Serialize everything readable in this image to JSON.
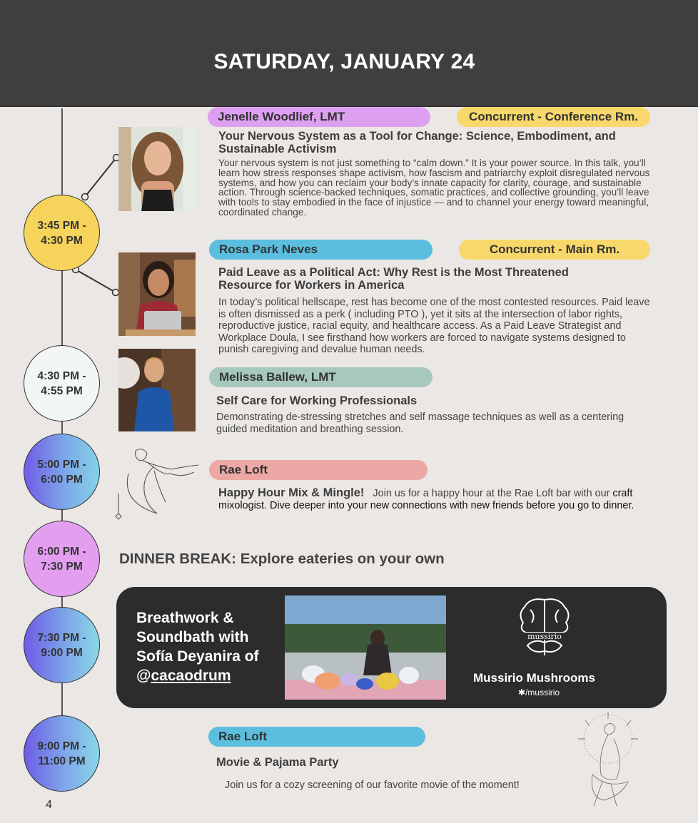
{
  "header": {
    "title": "SATURDAY, JANUARY 24"
  },
  "colors": {
    "header_bg": "#3f3f3f",
    "page_bg": "#ebe7e4",
    "pill_purple": "#dd9ff0",
    "pill_yellow": "#f8d86b",
    "pill_blue": "#5bbedf",
    "pill_green": "#a7c8be",
    "pill_pink": "#eda8a6"
  },
  "sessions": [
    {
      "time": [
        "3:45 PM -",
        "4:30 PM"
      ],
      "speaker": "Jenelle Woodlief, LMT",
      "location": "Concurrent - Conference Rm.",
      "title": "Your Nervous System as a Tool for Change: Science, Embodiment, and Sustainable Activism",
      "description": "Your nervous system is not just something to “calm down.” It is your power source. In this talk, you’ll learn how stress responses shape activism, how fascism and patriarchy exploit disregulated nervous systems, and how you can reclaim your body’s innate capacity for clarity, courage, and sustainable action. Through science-backed techniques, somatic practices, and collective grounding, you’ll leave with tools to stay embodied in the face of injustice — and to channel your energy toward meaningful, coordinated change."
    },
    {
      "speaker": "Rosa Park Neves",
      "location": "Concurrent - Main Rm.",
      "title": "Paid Leave as a Political Act: Why Rest is the Most Threatened Resource for Workers in America",
      "description": "In today’s political hellscape, rest has become one of the most contested resources. Paid leave is often dismissed as a perk ( including PTO ), yet it sits at the intersection of labor rights, reproductive justice, racial equity, and healthcare access. As a Paid Leave Strategist and Workplace Doula, I see firsthand how workers are forced to navigate systems designed to punish caregiving and devalue human needs."
    },
    {
      "time": [
        "4:30 PM -",
        "4:55 PM"
      ],
      "speaker": "Melissa Ballew, LMT",
      "title": "Self Care for Working Professionals",
      "description": "Demonstrating de-stressing stretches and self massage techniques as well as a centering guided meditation and breathing session."
    },
    {
      "time": [
        "5:00 PM -",
        "6:00 PM"
      ],
      "speaker": "Rae Loft",
      "title": "Happy Hour Mix & Mingle!",
      "description_lead": "Join us for a happy hour at the Rae Loft bar with our",
      "description_rest": "craft mixologist. Dive deeper into your new connections with new friends before you go to dinner."
    },
    {
      "time": [
        "6:00 PM -",
        "7:30 PM"
      ],
      "title": "DINNER BREAK: Explore eateries on your own"
    },
    {
      "time": [
        "7:30 PM -",
        "9:00 PM"
      ],
      "title_lines": [
        "Breathwork &",
        "Soundbath with",
        "Sofía Deyanira of"
      ],
      "handle_prefix": "@",
      "handle": "cacaodrum",
      "sponsor": "Mussirio Mushrooms",
      "sponsor_handle": "/mussirio",
      "logo_text": "mussirio"
    },
    {
      "time": [
        "9:00 PM -",
        "11:00 PM"
      ],
      "speaker": "Rae Loft",
      "title": "Movie & Pajama Party",
      "description": "Join us for a cozy screening of our favorite movie of the moment!"
    }
  ],
  "page_number": "4"
}
